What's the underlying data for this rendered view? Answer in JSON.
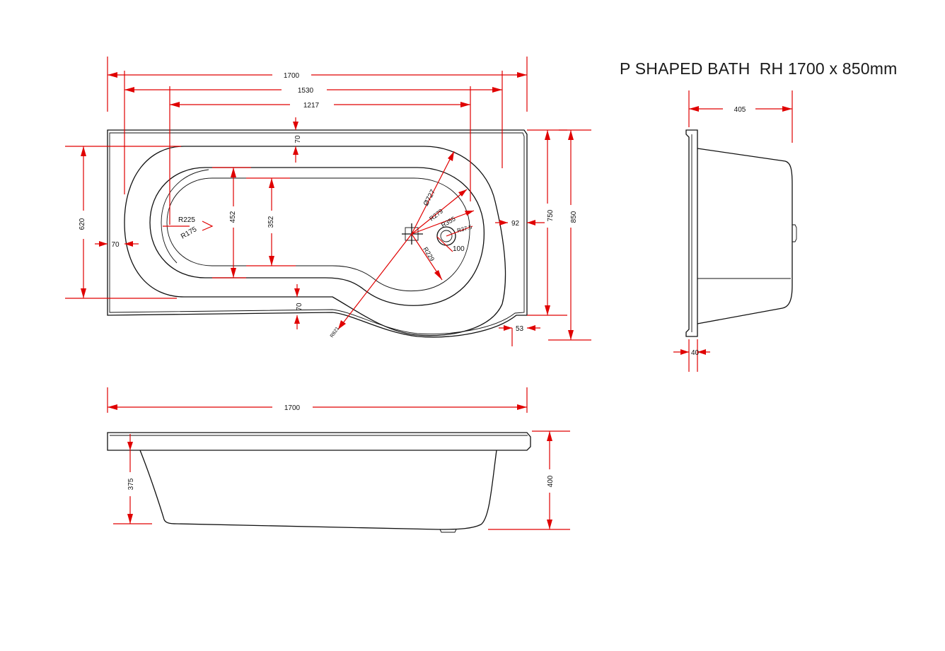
{
  "title": "P SHAPED BATH  RH 1700 x 850mm",
  "colors": {
    "dimension": "#e00000",
    "outline": "#111111",
    "background": "#ffffff"
  },
  "plan": {
    "overall_length": "1700",
    "length_1530": "1530",
    "length_1217": "1217",
    "top_rim": "70",
    "left_rim": "70",
    "bottom_rim": "70",
    "height_620": "620",
    "inner_452": "452",
    "inner_352": "352",
    "r225": "R225",
    "r175": "R175",
    "d727": "Ø727",
    "r279": "R279",
    "r355": "R355",
    "r375": "R37.5",
    "r229": "R229",
    "waste_100": "100",
    "r821": "R821",
    "right_rim": "92",
    "width_750": "750",
    "width_850": "850",
    "step_53": "53"
  },
  "side_elevation": {
    "length": "1700",
    "depth_375": "375",
    "height_400": "400"
  },
  "end_elevation": {
    "depth_405": "405",
    "rim_40": "40"
  }
}
